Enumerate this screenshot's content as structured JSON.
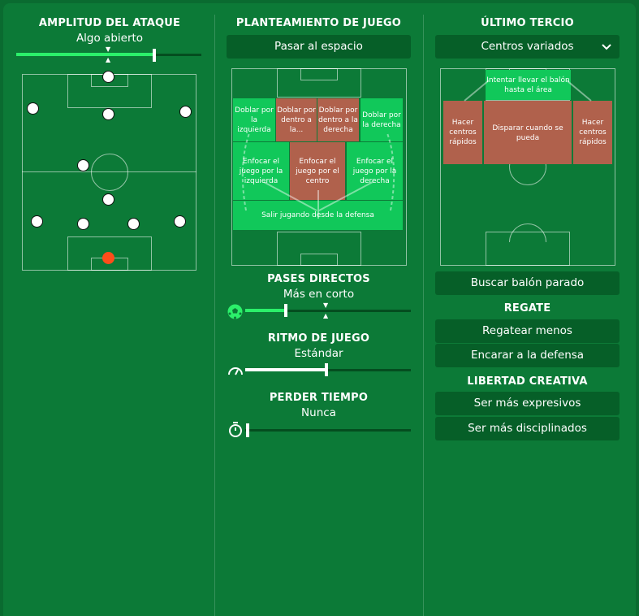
{
  "width_panel": {
    "title": "AMPLITUD DEL ATAQUE",
    "value": "Algo abierto",
    "level": 0.76
  },
  "play_panel": {
    "title": "PLANTEAMIENTO DE JUEGO",
    "button": "Pasar al espacio",
    "zones": {
      "left_overlap": "Doblar por la izquierda",
      "inside_left": "Doblar por dentro a la...",
      "inside_right": "Doblar por dentro a la derecha",
      "right_overlap": "Doblar por la derecha",
      "focus_left": "Enfocar el juego por la izquierda",
      "focus_center": "Enfocar el juego por el centro",
      "focus_right": "Enfocar el juego por la derecha",
      "build_up": "Salir jugando desde la defensa"
    },
    "passing": {
      "title": "PASES DIRECTOS",
      "value": "Más en corto",
      "level": 0.25
    },
    "tempo": {
      "title": "RITMO DE JUEGO",
      "value": "Estándar",
      "level": 0.49
    },
    "time_wasting": {
      "title": "PERDER TIEMPO",
      "value": "Nunca",
      "level": 0.0
    }
  },
  "final_third": {
    "title": "ÚLTIMO TERCIO",
    "dropdown": "Centros variados",
    "zones": {
      "work_into_box": "Intentar llevar el balón hasta el área",
      "early_left": "Hacer centros rápidos",
      "shoot": "Disparar cuando se pueda",
      "early_right": "Hacer centros rápidos"
    },
    "set_pieces": "Buscar balón parado",
    "dribbling_title": "REGATE",
    "dribble_less": "Regatear menos",
    "run_at_defence": "Encarar a la defensa",
    "creative_title": "LIBERTAD CREATIVA",
    "more_expressive": "Ser más expresivos",
    "more_disciplined": "Ser más disciplinados"
  }
}
